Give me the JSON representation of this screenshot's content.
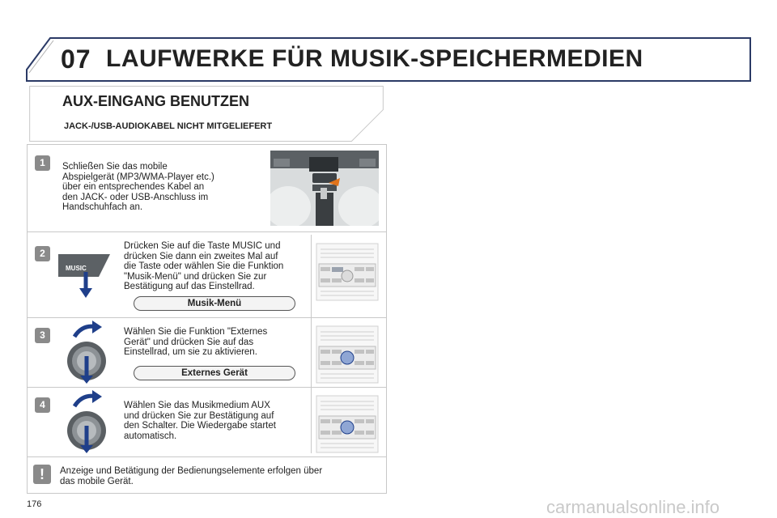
{
  "header": {
    "chapter": "07",
    "title": "LAUFWERKE FÜR MUSIK-SPEICHERMEDIEN"
  },
  "section": {
    "title": "AUX-EINGANG BENUTZEN",
    "subtitle": "JACK-/USB-AUDIOKABEL NICHT MITGELIEFERT"
  },
  "steps": [
    {
      "number": "1",
      "text": [
        "Schließen Sie das mobile",
        "Abspielgerät (MP3/WMA-Player etc.)",
        "über ein entsprechendes Kabel an",
        "den JACK- oder USB-Anschluss im",
        "Handschuhfach an."
      ]
    },
    {
      "number": "2",
      "text": [
        "Drücken Sie auf die Taste MUSIC und",
        "drücken Sie dann ein zweites Mal auf",
        "die Taste oder wählen Sie die Funktion",
        "\"Musik-Menü\" und drücken Sie zur",
        "Bestätigung auf das Einstellrad."
      ],
      "pill": "Musik-Menü",
      "button_label": "MUSIC"
    },
    {
      "number": "3",
      "text": [
        "Wählen Sie die Funktion \"Externes",
        "Gerät\" und drücken Sie auf das",
        "Einstellrad, um sie zu aktivieren."
      ],
      "pill": "Externes Gerät"
    },
    {
      "number": "4",
      "text": [
        "Wählen Sie das Musikmedium AUX",
        "und drücken Sie zur Bestätigung auf",
        "den Schalter. Die Wiedergabe startet",
        "automatisch."
      ]
    }
  ],
  "note": {
    "icon": "!",
    "text": [
      "Anzeige und Betätigung der Bedienungselemente erfolgen über",
      "das mobile Gerät."
    ]
  },
  "page_number": "176",
  "watermark": "carmanualsonline.info"
}
